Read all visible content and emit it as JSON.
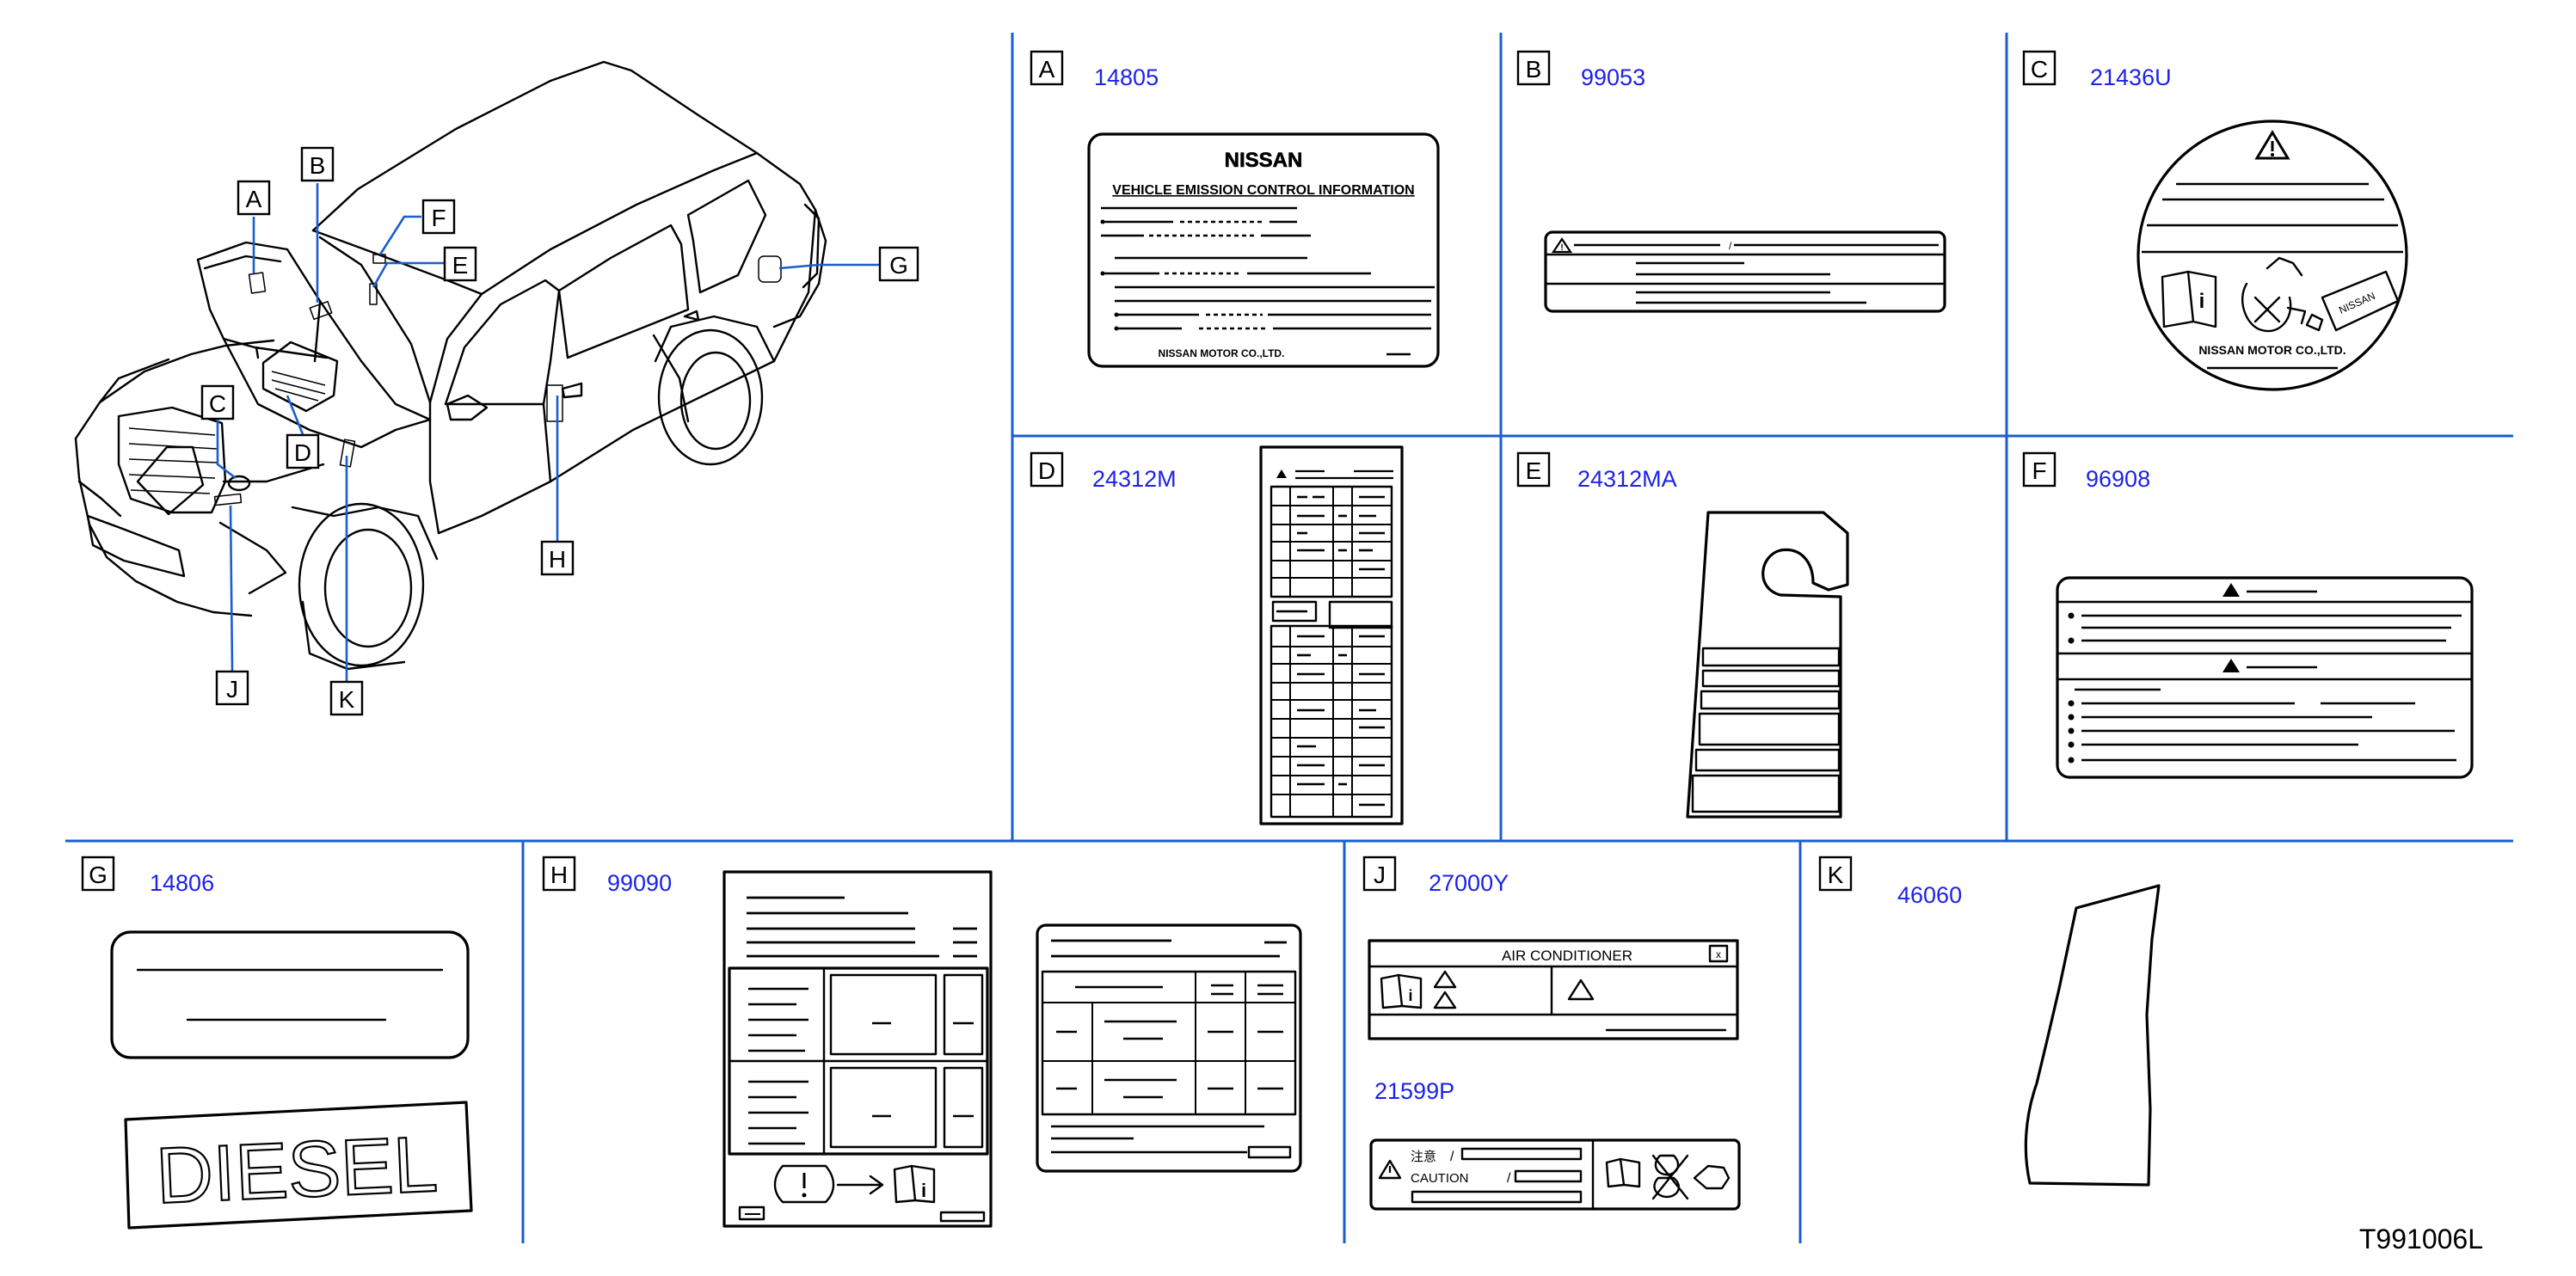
{
  "figure_code": "T991006L",
  "colors": {
    "divider": "#1a5ecf",
    "part_number": "#1e22e8",
    "ink": "#000000"
  },
  "vehicle_callouts": [
    "A",
    "B",
    "C",
    "D",
    "E",
    "F",
    "G",
    "H",
    "J",
    "K"
  ],
  "panels": {
    "A": {
      "letter": "A",
      "part_number": "14805",
      "brand": "NISSAN",
      "heading": "VEHICLE EMISSION CONTROL INFORMATION",
      "maker": "NISSAN MOTOR CO.,LTD."
    },
    "B": {
      "letter": "B",
      "part_number": "99053",
      "separator": "/"
    },
    "C": {
      "letter": "C",
      "part_number": "21436U",
      "tag_text": "NISSAN",
      "maker": "NISSAN MOTOR CO.,LTD."
    },
    "D": {
      "letter": "D",
      "part_number": "24312M"
    },
    "E": {
      "letter": "E",
      "part_number": "24312MA"
    },
    "F": {
      "letter": "F",
      "part_number": "96908"
    },
    "G": {
      "letter": "G",
      "part_number": "14806",
      "badge_text": "DIESEL"
    },
    "H": {
      "letter": "H",
      "part_number": "99090"
    },
    "J": {
      "letter": "J",
      "part_number": "27000Y",
      "second_part_number": "21599P",
      "ac_title": "AIR   CONDITIONER",
      "jp_caution": "注意",
      "caution": "CAUTION",
      "separator": "/"
    },
    "K": {
      "letter": "K",
      "part_number": "46060"
    }
  }
}
